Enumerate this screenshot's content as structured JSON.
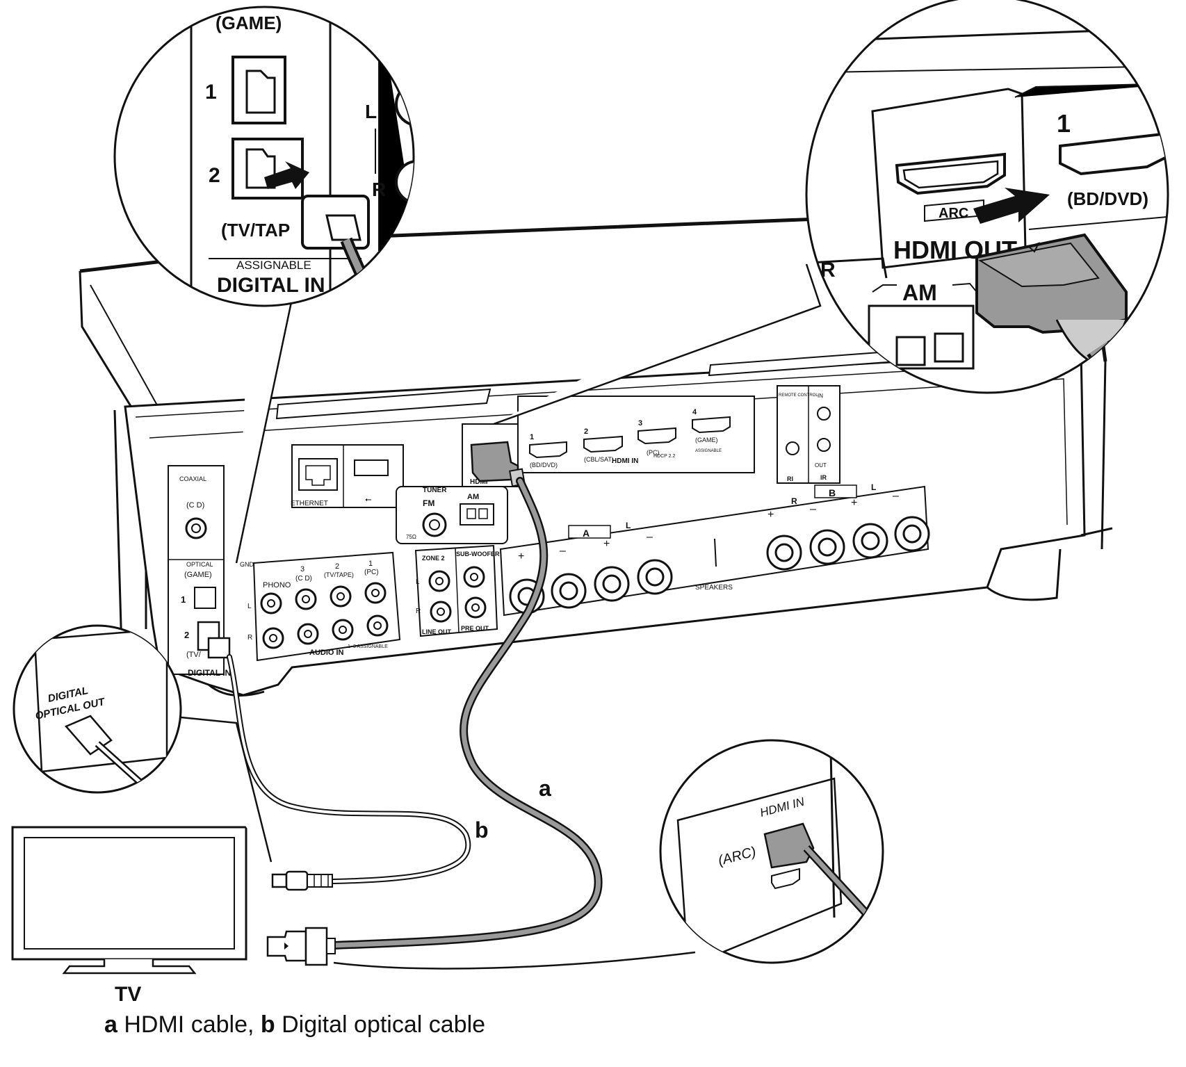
{
  "receiver": {
    "coaxial_label": "COAXIAL",
    "coaxial_cd": "(C D)",
    "optical_label": "OPTICAL",
    "optical_game": "(GAME)",
    "optical_1": "1",
    "optical_2": "2",
    "optical_tvtape": "(TV/",
    "digital_in": "DIGITAL IN",
    "assignable": "ASSIGNABLE",
    "ethernet": "ETHERNET",
    "usb_symbol": "⭠",
    "tuner": "TUNER",
    "fm": "FM",
    "fm_ohm": "75Ω",
    "am": "AM",
    "hdmi_out_small": "HDMI",
    "hdmi_in_label": "HDMI IN",
    "hdcp": "HDCP 2.2",
    "hdmi_assignable": "ASSIGNABLE",
    "hdmi_inputs": [
      {
        "num": "1",
        "name": "(BD/DVD)"
      },
      {
        "num": "2",
        "name": "(CBL/SAT)"
      },
      {
        "num": "3",
        "name": "(PC)"
      },
      {
        "num": "4",
        "name": "(GAME)"
      }
    ],
    "remote_control": "REMOTE CONTROL",
    "ri": "RI",
    "ir": "IR",
    "ir_in": "IN",
    "ir_out": "OUT",
    "audio_in_label": "AUDIO IN",
    "audio_in_assignable": "1~3 ASSIGNABLE",
    "audio_in_cols": [
      {
        "num": "",
        "name": "PHONO"
      },
      {
        "num": "3",
        "name": "(C D)"
      },
      {
        "num": "2",
        "name": "(TV/TAPE)"
      },
      {
        "num": "1",
        "name": "(PC)"
      }
    ],
    "ground": "GND",
    "zone2": "ZONE 2",
    "line_out": "LINE OUT",
    "subwoofer": "SUB-WOOFER",
    "pre_out": "PRE OUT",
    "speakers": "SPEAKERS",
    "speaker_a": "A",
    "speaker_b": "B",
    "left": "L",
    "right": "R",
    "plus": "+",
    "minus": "–"
  },
  "zoom_left": {
    "game": "(GAME)",
    "num1": "1",
    "num2": "2",
    "tvtape": "(TV/TAP",
    "assignable": "ASSIGNABLE",
    "digital_in": "DIGITAL IN",
    "l": "L",
    "r": "R"
  },
  "zoom_right": {
    "arc": "ARC",
    "hdmi_out": "HDMI OUT",
    "num1": "1",
    "bd_dvd": "(BD/DVD)",
    "am": "AM",
    "ir_partial": "R"
  },
  "zoom_tv_optical": {
    "label_line1": "DIGITAL",
    "label_line2": "OPTICAL OUT"
  },
  "zoom_tv_hdmi": {
    "hdmi_in": "HDMI IN",
    "arc": "(ARC)"
  },
  "labels": {
    "cable_a": "a",
    "cable_b": "b",
    "tv": "TV"
  },
  "caption": {
    "a_letter": "a",
    "a_text": " HDMI cable, ",
    "b_letter": "b",
    "b_text": " Digital optical cable"
  }
}
